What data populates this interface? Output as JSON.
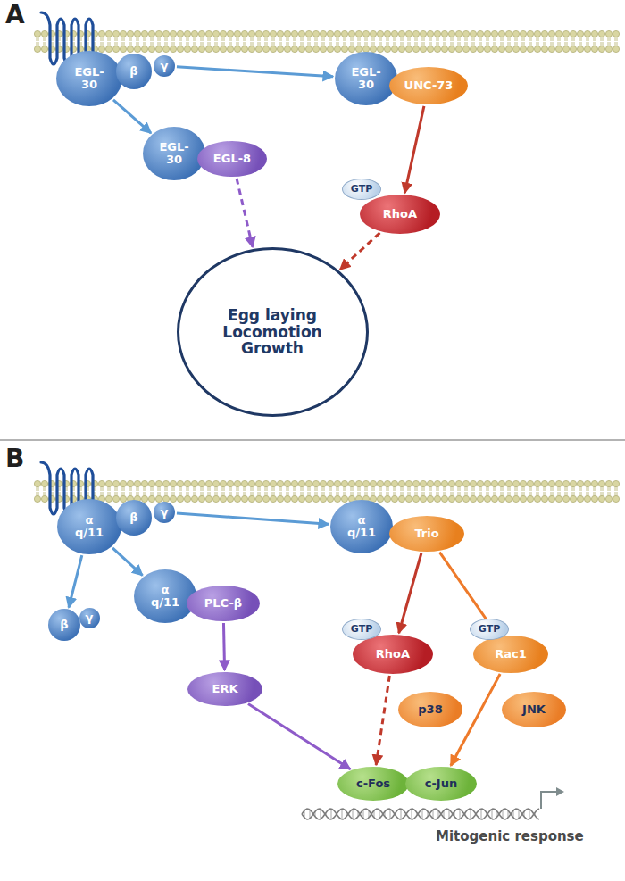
{
  "diagram": {
    "nodes": [
      {
        "text": [
          "EGL- 30"
        ]
      },
      {
        "text": [
          "β"
        ]
      },
      {
        "text": [
          "γ"
        ]
      },
      {
        "text": [
          "EGL- 30"
        ]
      },
      {
        "text": [
          "UNC-73"
        ]
      },
      {
        "text": [
          "EGL- 30"
        ]
      },
      {
        "text": [
          "EGL-8"
        ]
      },
      {
        "text": [
          "GTP"
        ]
      },
      {
        "text": [
          "RhoA"
        ]
      },
      {
        "text": [
          "Egg laying",
          "Locomotion",
          "Growth"
        ]
      },
      {
        "text": [
          "α q/11"
        ]
      },
      {
        "text": [
          "β"
        ]
      },
      {
        "text": [
          "γ"
        ]
      },
      {
        "text": [
          "β"
        ]
      },
      {
        "text": [
          "γ"
        ]
      },
      {
        "text": [
          "α q/11"
        ]
      },
      {
        "text": [
          "PLC-β"
        ]
      },
      {
        "text": [
          "α q/11"
        ]
      },
      {
        "text": [
          "Trio"
        ]
      },
      {
        "text": [
          "GTP"
        ]
      },
      {
        "text": [
          "RhoA"
        ]
      },
      {
        "text": [
          "GTP"
        ]
      },
      {
        "text": [
          "Rac1"
        ]
      },
      {
        "text": [
          "ERK"
        ]
      },
      {
        "text": [
          "p38"
        ]
      },
      {
        "text": [
          "JNK"
        ]
      },
      {
        "text": [
          "c-Fos"
        ]
      },
      {
        "text": [
          "c-Jun"
        ]
      }
    ],
    "edges": [
      {
        "from": 2,
        "to": 3,
        "arrow": "to"
      },
      {
        "from": 0,
        "to": 5,
        "arrow": "to"
      },
      {
        "from": 4,
        "to": 8,
        "arrow": "to"
      },
      {
        "from": 6,
        "to": 9,
        "arrow": "to"
      },
      {
        "from": 8,
        "to": 9,
        "arrow": "to"
      },
      {
        "from": 10,
        "to": 13,
        "arrow": "to"
      },
      {
        "from": 10,
        "to": 15,
        "arrow": "to"
      },
      {
        "from": 12,
        "to": 17,
        "arrow": "to"
      },
      {
        "from": 16,
        "to": 23,
        "arrow": "to"
      },
      {
        "from": 23,
        "to": 26,
        "arrow": "to"
      },
      {
        "from": 18,
        "to": 20,
        "arrow": "to"
      },
      {
        "from": 18,
        "to": 22,
        "arrow": "to"
      },
      {
        "from": 20,
        "to": 26,
        "arrow": "to"
      },
      {
        "from": 22,
        "to": 27,
        "arrow": "to"
      }
    ],
    "labels": [
      "A",
      "B",
      "Mitogenic response"
    ]
  }
}
